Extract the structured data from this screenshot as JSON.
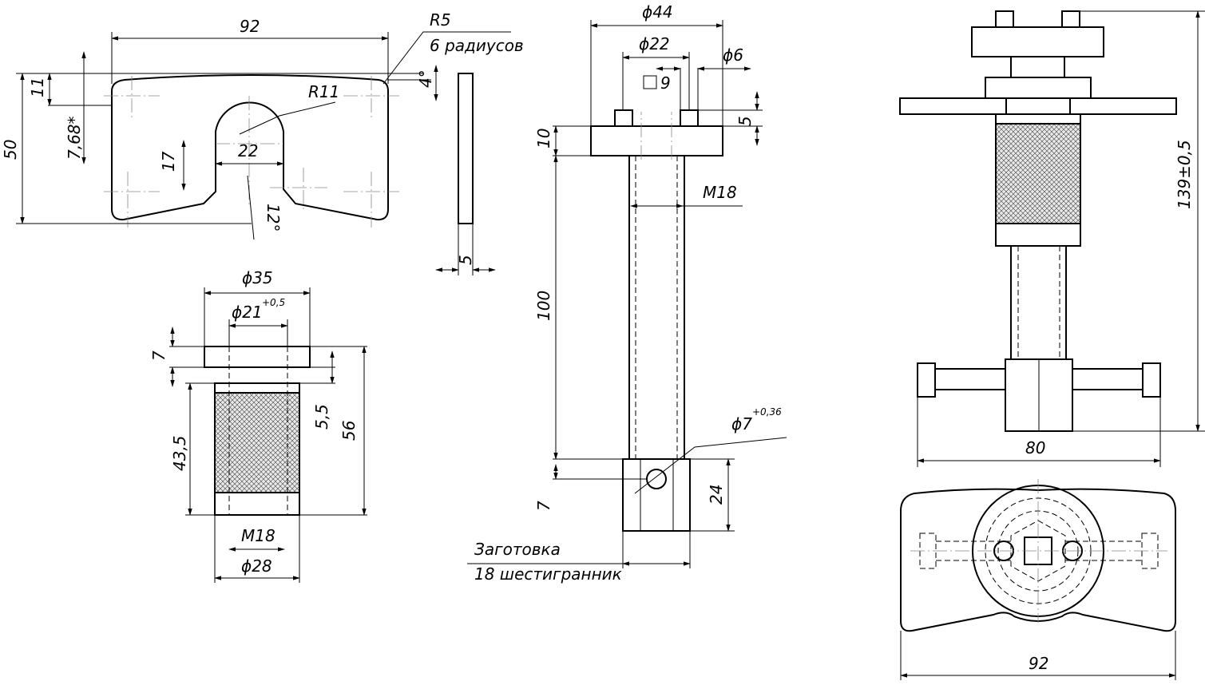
{
  "colors": {
    "line": "#000000",
    "background": "#ffffff"
  },
  "plate": {
    "width_92": "92",
    "r5": "R5",
    "radii_note": "6 радиусов",
    "r11": "R11",
    "h11": "11",
    "h768": "7,68*",
    "h50": "50",
    "angle4": "4°",
    "slot22": "22",
    "slot17": "17",
    "angle12": "12°",
    "thick5": "5"
  },
  "nut": {
    "d35": "ϕ35",
    "d21": "ϕ21",
    "d21_tol": "+0,5",
    "h7": "7",
    "h435": "43,5",
    "h55": "5,5",
    "h56": "56",
    "m18": "M18",
    "d28": "ϕ28"
  },
  "screw": {
    "d44": "ϕ44",
    "d22": "ϕ22",
    "d6": "ϕ6",
    "sq9": "9",
    "h5": "5",
    "h10": "10",
    "m18": "M18",
    "l100": "100",
    "d7": "ϕ7",
    "d7_tol": "+0,36",
    "h7": "7",
    "h24": "24",
    "blank1": "Заготовка",
    "blank2": "18 шестигранник"
  },
  "assembly": {
    "h139": "139±0,5",
    "w80": "80",
    "w92": "92"
  }
}
